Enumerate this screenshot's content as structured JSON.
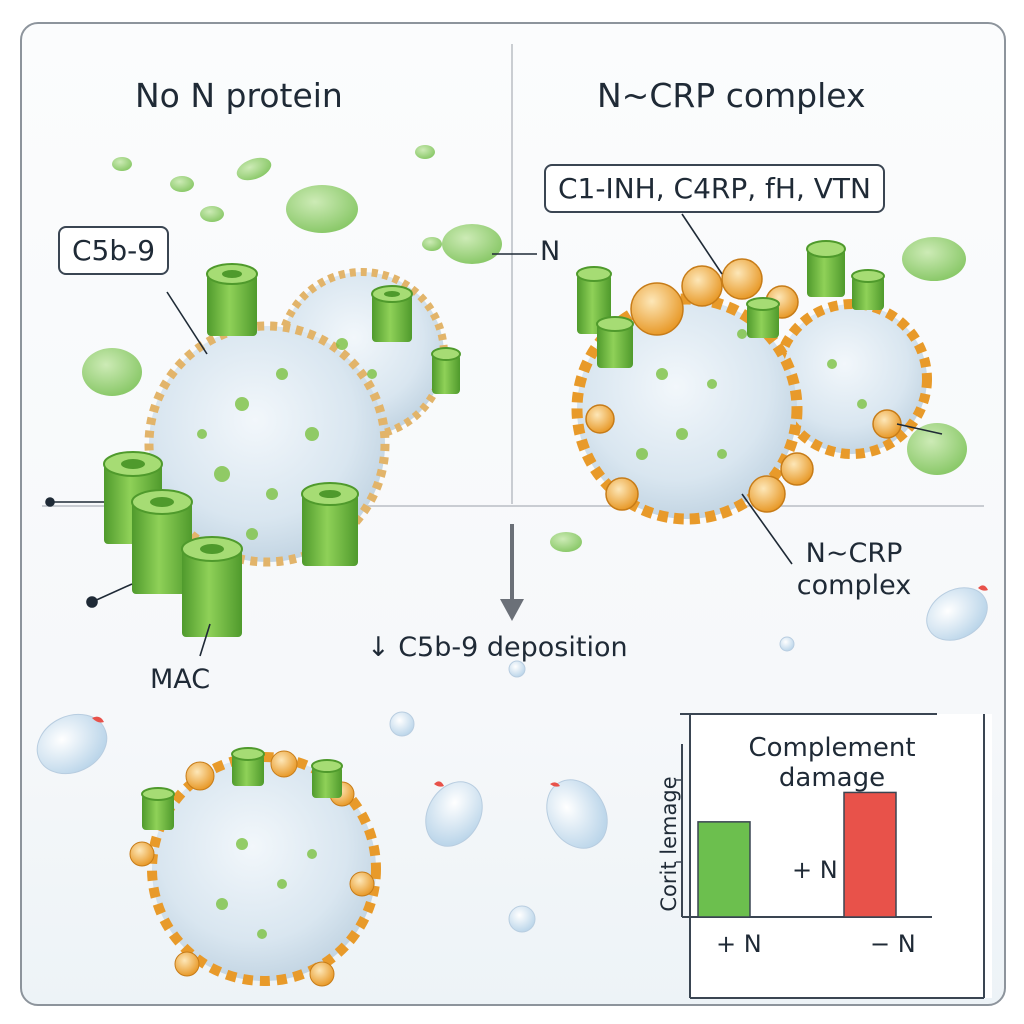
{
  "panels": {
    "left_title": "No N protein",
    "right_title": "N~CRP complex"
  },
  "labels": {
    "c5b9": "C5b-9",
    "regulators": "C1-INH, C4RP, fH, VTN",
    "n_protein": "N",
    "n_crp_complex": "N~CRP complex",
    "mac": "MAC",
    "deposition": "↓ C5b-9 deposition"
  },
  "chart_data": {
    "type": "bar",
    "title": "Complement damage",
    "ylabel": "Cоrit lemage",
    "categories": [
      "+ N",
      "− N"
    ],
    "values": [
      0.55,
      0.72
    ],
    "ylim": [
      0,
      1
    ],
    "annotation": "+ N",
    "colors": [
      "#6cbf4e",
      "#e8524a"
    ]
  },
  "colors": {
    "mac_green": "#7cc242",
    "regulator_orange": "#f0a52b",
    "cell_blue": "#dfe9f2",
    "accent_red": "#e8524a"
  }
}
